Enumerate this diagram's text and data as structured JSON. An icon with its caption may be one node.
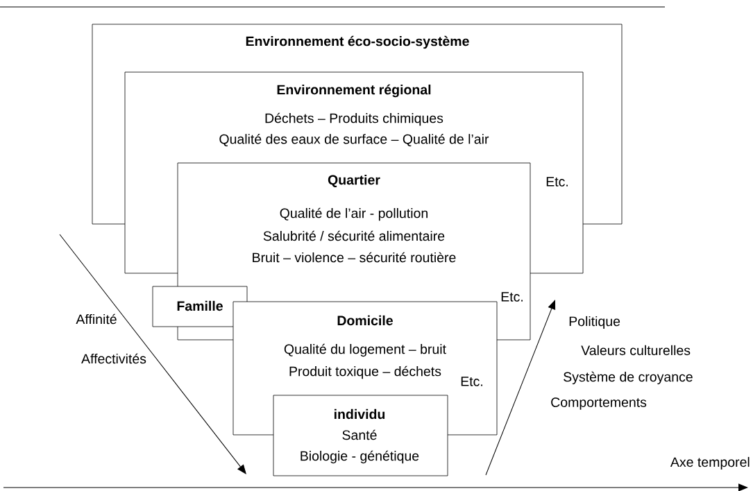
{
  "diagram": {
    "nodes": [
      {
        "text": [
          "Environnement éco-socio-système"
        ]
      },
      {
        "text": [
          "Environnement régional",
          "Déchets – Produits chimiques",
          "Qualité des eaux de surface – Qualité de l’air",
          "Etc."
        ]
      },
      {
        "text": [
          "Quartier",
          "Qualité de l’air - pollution",
          "Salubrité / sécurité alimentaire",
          "Bruit – violence – sécurité routière",
          "Etc."
        ]
      },
      {
        "text": [
          "Famille"
        ]
      },
      {
        "text": [
          "Domicile",
          "Qualité du logement – bruit",
          "Produit toxique – déchets",
          "Etc."
        ]
      },
      {
        "text": [
          "individu",
          "Santé",
          "Biologie - génétique"
        ]
      }
    ],
    "labels": [
      "Affinité",
      "Affectivités",
      "Politique",
      "Valeurs culturelles",
      "Système de croyance",
      "Comportements",
      "Axe temporel"
    ]
  }
}
